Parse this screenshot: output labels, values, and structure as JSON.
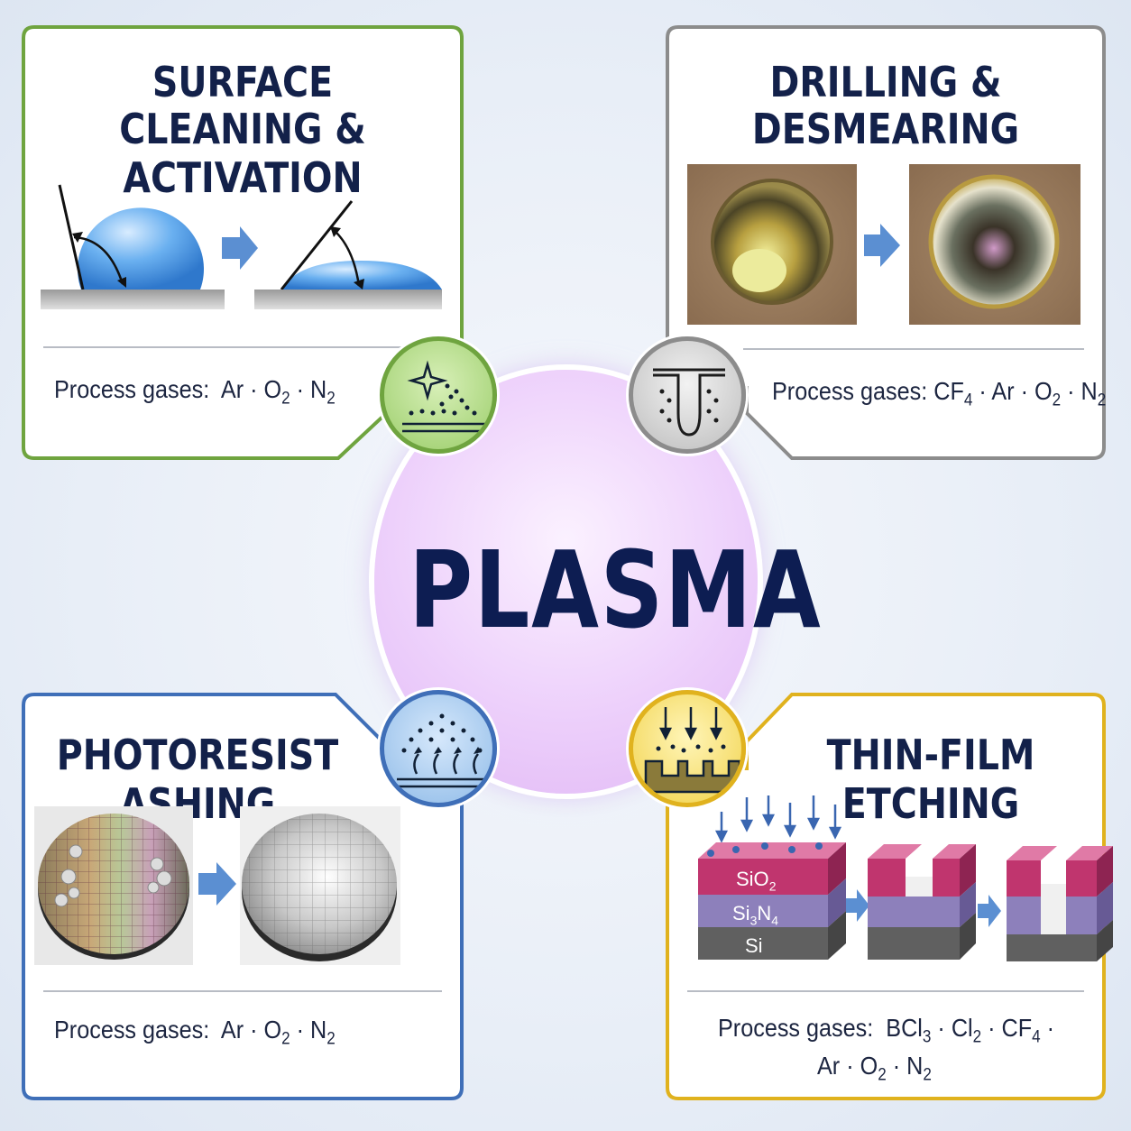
{
  "center": {
    "label": "PLASMA"
  },
  "panels": {
    "surface": {
      "title_line1": "SURFACE",
      "title_line2": "CLEANING & ACTIVATION",
      "gases": {
        "prefix": "Process gases:",
        "g1": "Ar",
        "g2": "O",
        "g2sub": "2",
        "g3": "N",
        "g3sub": "2"
      },
      "color": "#6fa43f",
      "icon": "surface-activation-icon"
    },
    "drilling": {
      "title_line1": "DRILLING &",
      "title_line2": "DESMEARING",
      "gases": {
        "prefix": "Process gases:",
        "g1": "CF",
        "g1sub": "4",
        "g2": "Ar",
        "g3": "O",
        "g3sub": "2",
        "g4": "N",
        "g4sub": "2"
      },
      "color": "#8c8c8c",
      "icon": "via-hole-icon"
    },
    "ashing": {
      "title": "PHOTORESIST ASHING",
      "gases": {
        "prefix": "Process gases:",
        "g1": "Ar",
        "g2": "O",
        "g2sub": "2",
        "g3": "N",
        "g3sub": "2"
      },
      "color": "#3f6fb8",
      "icon": "ashing-icon"
    },
    "etching": {
      "title": "THIN-FILM ETCHING",
      "gases": {
        "prefix": "Process gases:",
        "g1": "BCl",
        "g1sub": "3",
        "g2": "Cl",
        "g2sub": "2",
        "g3": "CF",
        "g3sub": "4",
        "g4": "Ar",
        "g5": "O",
        "g5sub": "2",
        "g6": "N",
        "g6sub": "2"
      },
      "layers": {
        "l1": "SiO",
        "l1sub": "2",
        "l2a": "Si",
        "l2sub1": "3",
        "l2b": "N",
        "l2sub2": "4",
        "l3": "Si"
      },
      "color": "#e0b21e",
      "icon": "etching-icon"
    }
  },
  "separator": "·"
}
